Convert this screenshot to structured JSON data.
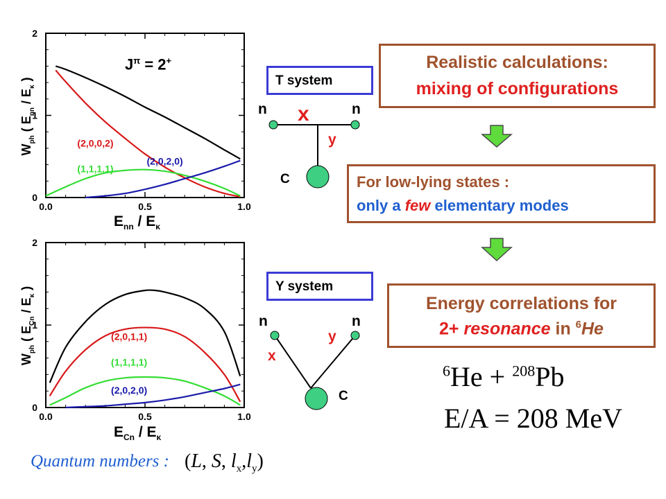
{
  "colors": {
    "black": "#000000",
    "red": "#d81818",
    "green": "#33dd33",
    "blue": "#1a1aaa",
    "brown_box": "#a0522d",
    "blue_box": "#3b3bd6",
    "headline_red": "#e02020",
    "blue_text": "#1f5fd0",
    "node_green": "#3ecf82",
    "arrow_green": "#5fdc3c"
  },
  "chart_data": [
    {
      "type": "line",
      "title": "J^π = 2^+",
      "title_parts": {
        "base": "J",
        "sup1": "π",
        "mid": " = 2",
        "sup2": "+"
      },
      "xlabel": "E_nn / E_κ",
      "xlabel_parts": {
        "main": "E",
        "sub": "nn",
        "rest": " / E",
        "sub2": "κ"
      },
      "ylabel": "W_ph ( E_nn / E_κ )",
      "ylabel_parts": {
        "main": "W",
        "sub": "ph",
        "mid": " ( E",
        "sub2": "nn",
        "rest": " / E",
        "sub3": "κ",
        "end": " )"
      },
      "xlim": [
        0,
        1
      ],
      "ylim": [
        0,
        2
      ],
      "xticks": [
        "0.0",
        "0.5",
        "1.0"
      ],
      "yticks": [
        "0",
        "1",
        "2"
      ],
      "grid": false,
      "series": [
        {
          "name": "",
          "color": "black",
          "x": [
            0.05,
            0.1,
            0.2,
            0.3,
            0.4,
            0.5,
            0.6,
            0.7,
            0.8,
            0.9,
            0.98
          ],
          "y": [
            1.6,
            1.56,
            1.46,
            1.35,
            1.23,
            1.1,
            0.98,
            0.85,
            0.72,
            0.58,
            0.47
          ]
        },
        {
          "name": "(2,0,0,2)",
          "color": "red",
          "x": [
            0.05,
            0.1,
            0.2,
            0.3,
            0.4,
            0.5,
            0.6,
            0.7,
            0.8,
            0.9,
            0.98
          ],
          "y": [
            1.55,
            1.41,
            1.15,
            0.92,
            0.72,
            0.53,
            0.37,
            0.24,
            0.13,
            0.05,
            0.01
          ]
        },
        {
          "name": "(1,1,1,1)",
          "color": "green",
          "x": [
            0.0,
            0.1,
            0.2,
            0.3,
            0.4,
            0.5,
            0.6,
            0.7,
            0.8,
            0.9,
            0.98
          ],
          "y": [
            0.02,
            0.13,
            0.23,
            0.3,
            0.33,
            0.34,
            0.32,
            0.27,
            0.2,
            0.11,
            0.02
          ]
        },
        {
          "name": "(2,0,2,0)",
          "color": "blue",
          "x": [
            0.2,
            0.3,
            0.4,
            0.5,
            0.6,
            0.7,
            0.8,
            0.9,
            0.98
          ],
          "y": [
            0.0,
            0.02,
            0.05,
            0.1,
            0.16,
            0.23,
            0.3,
            0.38,
            0.45
          ]
        }
      ],
      "annotations": [
        {
          "text": "(2,0,0,2)",
          "color": "red",
          "at": [
            0.25,
            0.62
          ]
        },
        {
          "text": "(1,1,1,1)",
          "color": "green",
          "at": [
            0.25,
            0.31
          ]
        },
        {
          "text": "(2,0,2,0)",
          "color": "blue",
          "at": [
            0.6,
            0.4
          ]
        }
      ]
    },
    {
      "type": "line",
      "title": "",
      "xlabel": "E_Cn / E_κ",
      "xlabel_parts": {
        "main": "E",
        "sub": "Cn",
        "rest": " / E",
        "sub2": "κ"
      },
      "ylabel": "W_ph ( E_Cn / E_κ )",
      "ylabel_parts": {
        "main": "W",
        "sub": "ph",
        "mid": " ( E",
        "sub2": "Cn",
        "rest": " / E",
        "sub3": "κ",
        "end": " )"
      },
      "xlim": [
        0,
        1
      ],
      "ylim": [
        0,
        2
      ],
      "xticks": [
        "0.0",
        "0.5",
        "1.0"
      ],
      "yticks": [
        "0",
        "1",
        "2"
      ],
      "grid": false,
      "series": [
        {
          "name": "",
          "color": "black",
          "x": [
            0.02,
            0.1,
            0.2,
            0.3,
            0.4,
            0.5,
            0.55,
            0.6,
            0.7,
            0.8,
            0.9,
            0.98
          ],
          "y": [
            0.3,
            0.73,
            1.04,
            1.25,
            1.37,
            1.42,
            1.42,
            1.4,
            1.33,
            1.2,
            0.92,
            0.38
          ]
        },
        {
          "name": "(2,0,1,1)",
          "color": "red",
          "x": [
            0.02,
            0.1,
            0.2,
            0.3,
            0.4,
            0.5,
            0.6,
            0.7,
            0.8,
            0.9,
            0.98
          ],
          "y": [
            0.14,
            0.44,
            0.7,
            0.87,
            0.95,
            0.97,
            0.95,
            0.86,
            0.67,
            0.4,
            0.07
          ]
        },
        {
          "name": "(1,1,1,1)",
          "color": "green",
          "x": [
            0.02,
            0.1,
            0.2,
            0.3,
            0.4,
            0.5,
            0.6,
            0.7,
            0.8,
            0.9,
            0.98
          ],
          "y": [
            0.03,
            0.12,
            0.24,
            0.32,
            0.36,
            0.37,
            0.36,
            0.32,
            0.24,
            0.14,
            0.03
          ]
        },
        {
          "name": "(2,0,2,0)",
          "color": "blue",
          "x": [
            0.1,
            0.2,
            0.3,
            0.4,
            0.5,
            0.6,
            0.7,
            0.8,
            0.9,
            0.98
          ],
          "y": [
            0.0,
            0.01,
            0.02,
            0.04,
            0.06,
            0.09,
            0.13,
            0.18,
            0.23,
            0.28
          ]
        }
      ],
      "annotations": [
        {
          "text": "(2,0,1,1)",
          "color": "red",
          "at": [
            0.42,
            0.82
          ]
        },
        {
          "text": "(1,1,1,1)",
          "color": "green",
          "at": [
            0.42,
            0.51
          ]
        },
        {
          "text": "(2,0,2,0)",
          "color": "blue",
          "at": [
            0.42,
            0.17
          ]
        }
      ]
    }
  ],
  "diagrams": {
    "t": {
      "label": "T system",
      "n_left": "n",
      "n_right": "n",
      "x": "x",
      "y": "y",
      "c": "C"
    },
    "y": {
      "label": "Y system",
      "n_left": "n",
      "n_right": "n",
      "x": "x",
      "y": "y",
      "c": "C"
    }
  },
  "boxes": {
    "realistic": {
      "line1": "Realistic calculations:",
      "line2": "mixing of configurations"
    },
    "lowlying": {
      "line1": "For low-lying states :",
      "line2a": "only  a ",
      "line2b": "few",
      "line2c": " elementary modes"
    },
    "energy": {
      "line1": "Energy correlations for",
      "line2a": "2+ ",
      "line2b": "resonance",
      "line2c": " in ",
      "line2d": "6",
      "line2e": "He"
    }
  },
  "reaction": {
    "pre": "6",
    "he": "He",
    "plus": " + ",
    "pb_sup": "208",
    "pb": "Pb",
    "energy": "E/A = 208 MeV"
  },
  "quantum": {
    "label": "Quantum numbers :",
    "open": "(",
    "L": "L",
    "comma1": ",  ",
    "S": "S",
    "comma2": ",  ",
    "lx": "l",
    "lx_sub": "x",
    "comma3": ",",
    "ly": "l",
    "ly_sub": "y",
    "close": ")"
  }
}
